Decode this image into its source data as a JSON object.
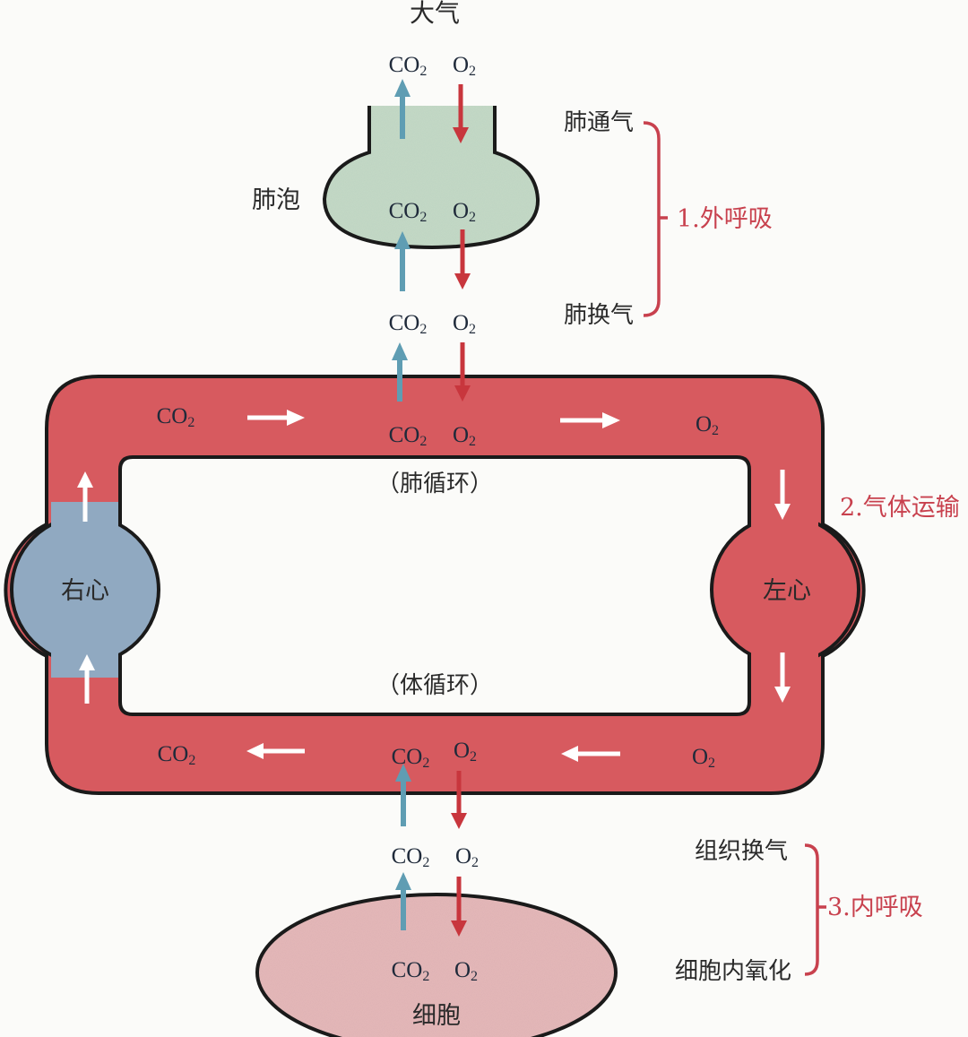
{
  "title": "Respiration process diagram",
  "colors": {
    "venous": "#90a9c1",
    "arterial": "#d75a5f",
    "alveolus": "#c5dbc8",
    "cell": "#e6b9ba",
    "co2_arrow": "#5f9db3",
    "o2_arrow": "#c8363d",
    "bracket": "#c8414e"
  },
  "labels": {
    "atmosphere": "大气",
    "alveolus": "肺泡",
    "pulmonary_circulation": "（肺循环）",
    "systemic_circulation": "（体循环）",
    "right_heart": "右心",
    "left_heart": "左心",
    "cell": "细胞"
  },
  "gases": {
    "co2": "CO",
    "o2": "O",
    "sub": "2"
  },
  "stages": {
    "external": {
      "label": "1.外呼吸",
      "items": [
        "肺通气",
        "肺换气"
      ]
    },
    "transport": {
      "label": "2.气体运输"
    },
    "internal": {
      "label": "3.内呼吸",
      "items": [
        "组织换气",
        "细胞内氧化"
      ]
    }
  }
}
